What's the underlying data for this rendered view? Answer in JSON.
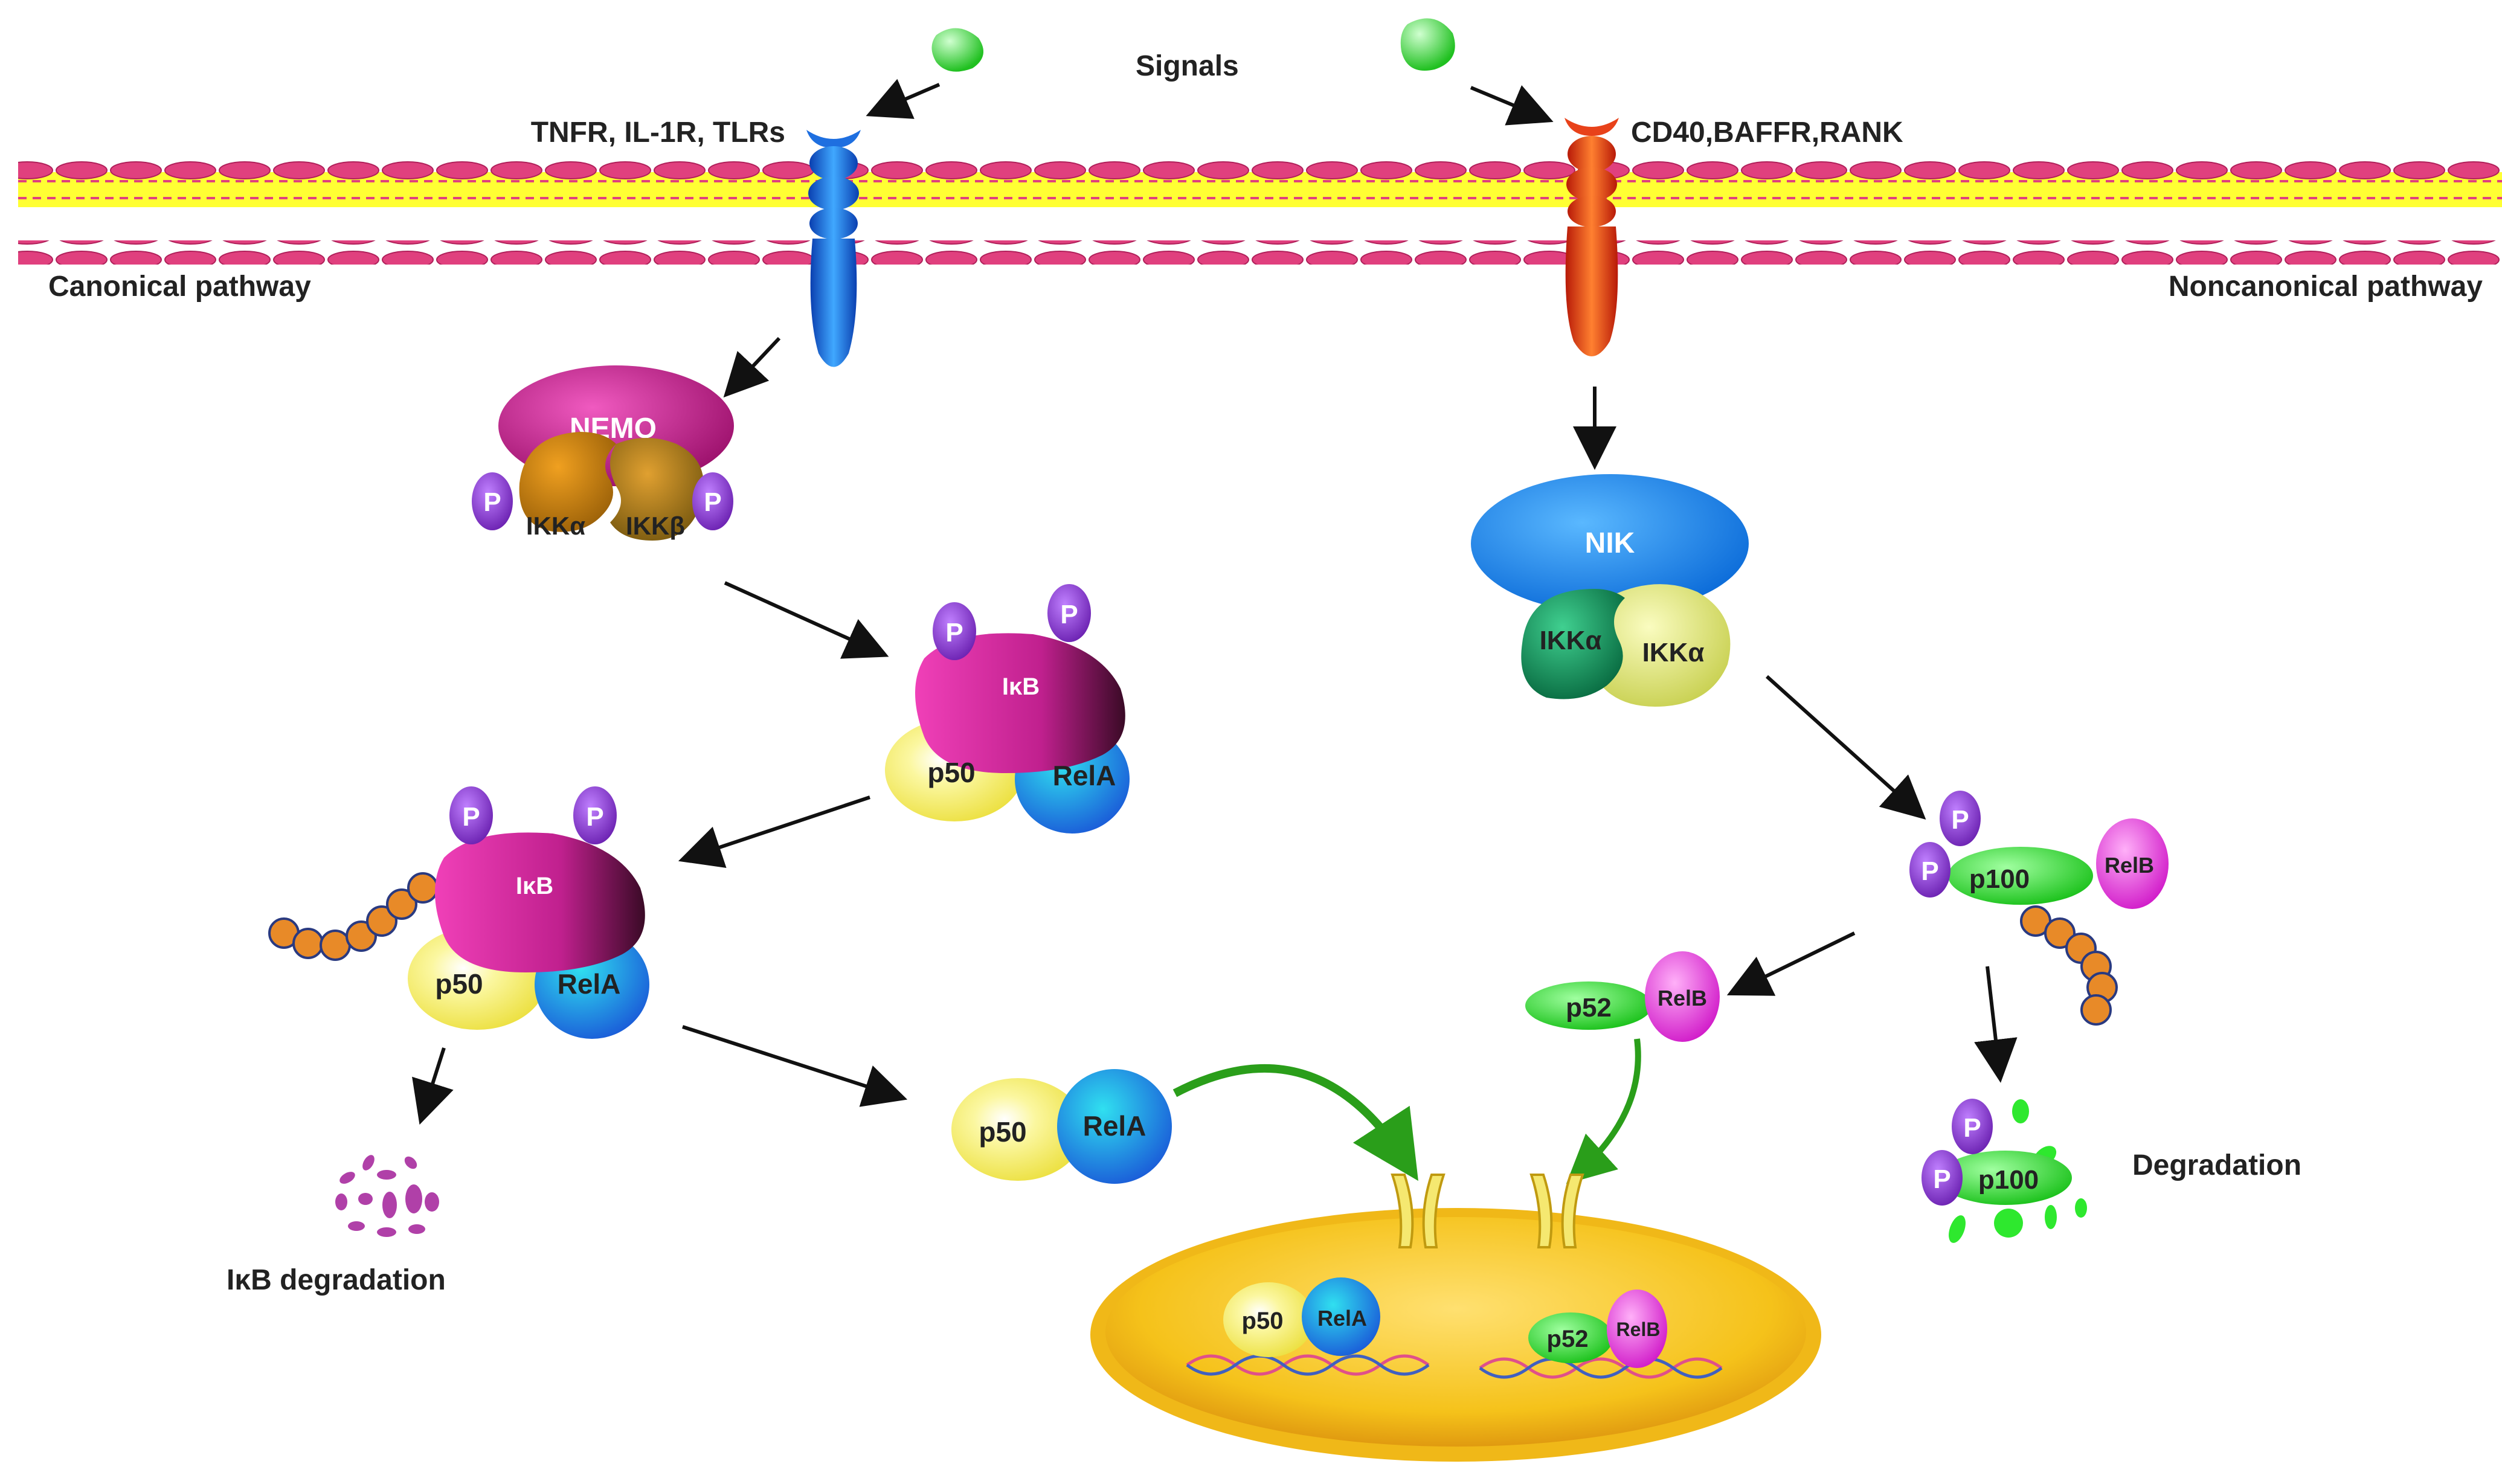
{
  "labels": {
    "signals": "Signals",
    "receptor_left": "TNFR, IL-1R, TLRs",
    "receptor_right": "CD40,BAFFR,RANK",
    "canonical": "Canonical pathway",
    "noncanonical": "Noncanonical pathway",
    "ikb_degradation": "IκB degradation",
    "degradation": "Degradation"
  },
  "molecules": {
    "nemo": "NEMO",
    "ikka": "IKKα",
    "ikkb": "IKKβ",
    "nik": "NIK",
    "ikb": "IκB",
    "p50": "p50",
    "rela": "RelA",
    "p52": "p52",
    "relb": "RelB",
    "p100": "p100",
    "phospho": "P"
  },
  "colors": {
    "membrane_head": "#e0407e",
    "membrane_core": "#ffff33",
    "receptor_left": "#1e6fe0",
    "receptor_right": "#e8421a",
    "nemo": "#c41d8c",
    "ikk_complex": "#d48a10",
    "nik": "#2a8ff0",
    "ikka_dark": "#0fa060",
    "ikka_light": "#eaf08a",
    "ikb": "#d62ea6",
    "p50": "#f7f27a",
    "rela": "#22a8f0",
    "p52": "#2ee82e",
    "relb": "#e02ed6",
    "p100": "#2ee82e",
    "phospho": "#8a3ad6",
    "ubiquitin": "#e88a28",
    "nucleus": "#f5c21a",
    "arrow_green": "#2a9e1a"
  }
}
